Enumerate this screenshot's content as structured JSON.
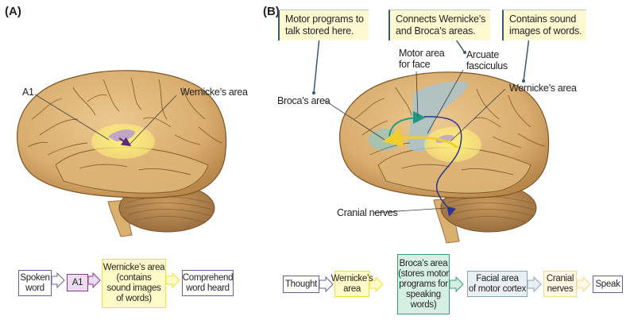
{
  "panels": {
    "a": {
      "label": "(A)",
      "brain_labels": {
        "a1": "A1",
        "wernicke": "Wernicke’s area"
      },
      "flow": [
        {
          "text": "Spoken word",
          "lines": [
            "Spoken",
            "word"
          ],
          "color": "#6a5b9a",
          "fill": "#ffffff"
        },
        {
          "text": "A1",
          "lines": [
            "A1"
          ],
          "color": "#8b3a8f",
          "fill": "#ecdcef"
        },
        {
          "text": "Wernicke’s area (contains sound images of words)",
          "lines": [
            "Wernicke’s area",
            "(contains",
            "sound images",
            "of words)"
          ],
          "color": "#f2df38",
          "fill": "#fffbc9"
        },
        {
          "text": "Comprehend word heard",
          "lines": [
            "Comprehend",
            "word heard"
          ],
          "color": "#6a5b9a",
          "fill": "#ffffff"
        }
      ]
    },
    "b": {
      "label": "(B)",
      "callouts": [
        {
          "lines": [
            "Motor programs to",
            "talk stored here."
          ]
        },
        {
          "lines": [
            "Connects Wernicke’s",
            "and Broca’s areas."
          ]
        },
        {
          "lines": [
            "Contains sound",
            "images of words."
          ]
        }
      ],
      "brain_labels": {
        "broca": "Broca’s area",
        "motor_face": [
          "Motor area",
          "for face"
        ],
        "arcuate": [
          "Arcuate",
          "fasciculus"
        ],
        "wernicke": "Wernicke’s area",
        "cranial": "Cranial nerves"
      },
      "flow": [
        {
          "text": "Thought",
          "lines": [
            "Thought"
          ],
          "color": "#6a5b9a",
          "fill": "#ffffff"
        },
        {
          "text": "Wernicke’s area",
          "lines": [
            "Wernicke’s",
            "area"
          ],
          "color": "#f2df38",
          "fill": "#fffbc9"
        },
        {
          "text": "Broca’s area (stores motor programs for speaking words)",
          "lines": [
            "Broca’s area",
            "(stores motor",
            "programs for",
            "speaking",
            "words)"
          ],
          "color": "#3a9a7e",
          "fill": "#d6efe3"
        },
        {
          "text": "Facial area of motor cortex",
          "lines": [
            "Facial area",
            "of motor cortex"
          ],
          "color": "#8aa4b4",
          "fill": "#e9eff3"
        },
        {
          "text": "Cranial nerves",
          "lines": [
            "Cranial",
            "nerves"
          ],
          "color": "#f3d98a",
          "fill": "#fff8e4"
        },
        {
          "text": "Speak",
          "lines": [
            "Speak"
          ],
          "color": "#6a5b9a",
          "fill": "#ffffff"
        }
      ]
    }
  },
  "colors": {
    "brain": "#d9ad6e",
    "brain_dark": "#b8874a",
    "sulci": "#7a5326",
    "wernicke_region": "#fbf38a",
    "a1_region": "#b49bd0",
    "broca_region": "#9fc4b8",
    "motor_region": "#a9c3cc",
    "leader_line": "#3c3c3c",
    "callout_leader": "#355a74",
    "arrow_teal": "#1f9a80",
    "arrow_yellow": "#f0cf2a",
    "arrow_navy": "#2c3590"
  }
}
